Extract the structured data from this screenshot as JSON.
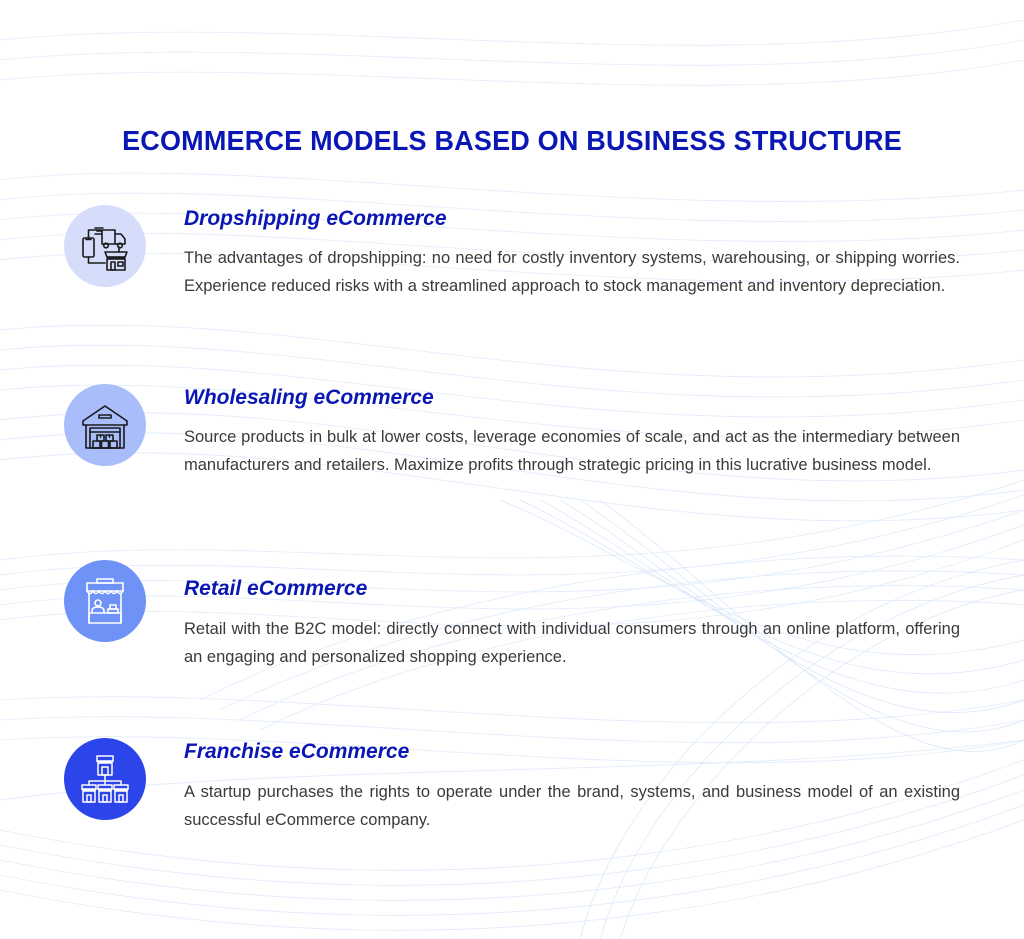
{
  "page": {
    "title": "ECOMMERCE MODELS BASED ON BUSINESS STRUCTURE"
  },
  "colors": {
    "title": "#0a17b5",
    "body_text": "#3a3a3a",
    "circle_1": "#d6ddfb",
    "circle_2": "#a9bdfa",
    "circle_3": "#6f92f7",
    "circle_4": "#2b45ea"
  },
  "items": [
    {
      "title": "Dropshipping eCommerce",
      "description": "The advantages of dropshipping: no need for costly inventory systems, warehousing, or shipping worries. Experience reduced risks with a streamlined approach to stock management and inventory depreciation.",
      "icon": "dropshipping-icon"
    },
    {
      "title": "Wholesaling eCommerce",
      "description": "Source products in bulk at lower costs, leverage economies of scale, and act as the intermediary between manufacturers and retailers. Maximize profits through strategic pricing in this lucrative business model.",
      "icon": "warehouse-icon"
    },
    {
      "title": "Retail eCommerce",
      "description": "Retail with the B2C model: directly connect with individual consumers through an online platform, offering an engaging and personalized shopping experience.",
      "icon": "retail-stall-icon"
    },
    {
      "title": "Franchise eCommerce",
      "description": "A startup purchases the rights to operate under the brand, systems, and business model of an existing successful eCommerce company.",
      "icon": "franchise-network-icon"
    }
  ]
}
